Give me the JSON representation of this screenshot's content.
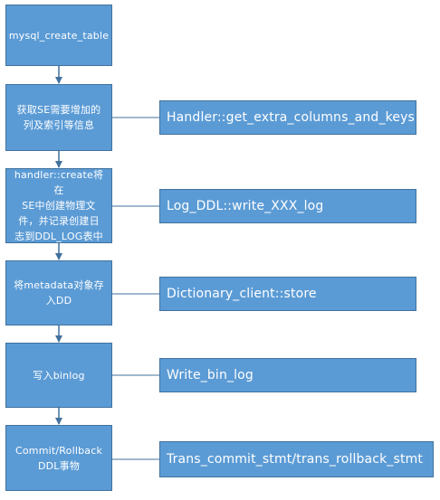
{
  "steps": [
    {
      "label": "mysql_create_table"
    },
    {
      "label": "获取SE需要增加的\n列及索引等信息",
      "callee": "Handler::get_extra_columns_and_keys"
    },
    {
      "label": "handler::create将在\nSE中创建物理文\n件，并记录创建日\n志到DDL_LOG表中",
      "callee": "Log_DDL::write_XXX_log"
    },
    {
      "label": "将metadata对象存\n入DD",
      "callee": "Dictionary_client::store"
    },
    {
      "label": "写入binlog",
      "callee": "Write_bin_log"
    },
    {
      "label": "Commit/Rollback\nDDL事物",
      "callee": "Trans_commit_stmt/trans_rollback_stmt"
    }
  ],
  "colors": {
    "box_fill": "#5b9bd5",
    "box_border": "#41719c",
    "connector": "#41719c",
    "text": "#ffffff"
  }
}
